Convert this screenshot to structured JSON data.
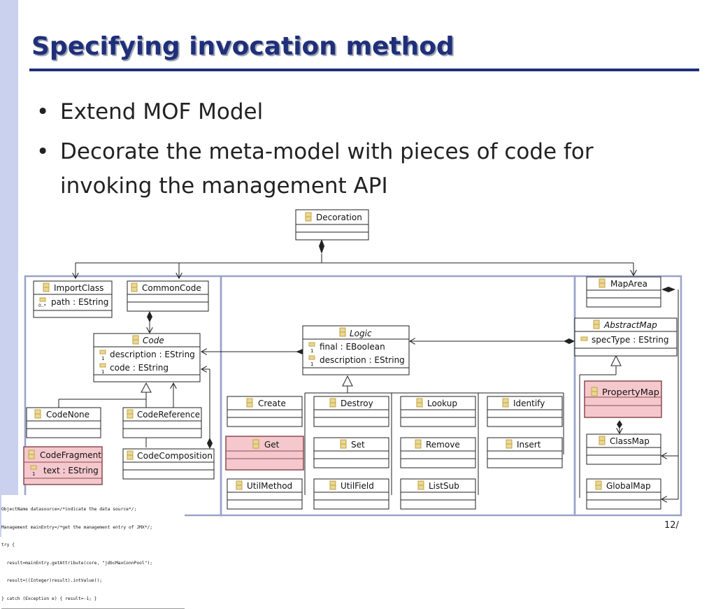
{
  "slide": {
    "title": "Specifying invocation method",
    "bullets": [
      [
        "Extend MOF Model"
      ],
      [
        "Decorate the meta-model with pieces of code for",
        "invoking the management API"
      ]
    ],
    "page_number": "12/"
  },
  "diagram": {
    "classes": {
      "decoration": {
        "title": "Decoration",
        "attrs": []
      },
      "import_class": {
        "title": "ImportClass",
        "attrs": [
          {
            "icon": "many",
            "text": "path : EString"
          }
        ]
      },
      "common_code": {
        "title": "CommonCode",
        "attrs": []
      },
      "code": {
        "title": "Code",
        "italic": true,
        "attrs": [
          {
            "icon": "one",
            "text": "description : EString"
          },
          {
            "icon": "one",
            "text": "code : EString"
          }
        ]
      },
      "code_none": {
        "title": "CodeNone",
        "attrs": []
      },
      "code_reference": {
        "title": "CodeReference",
        "attrs": []
      },
      "code_fragment": {
        "title": "CodeFragment",
        "highlight": true,
        "attrs": [
          {
            "icon": "one",
            "text": "text : EString"
          }
        ]
      },
      "code_composition": {
        "title": "CodeComposition",
        "attrs": []
      },
      "logic": {
        "title": "Logic",
        "italic": true,
        "attrs": [
          {
            "icon": "one",
            "text": "final : EBoolean"
          },
          {
            "icon": "one",
            "text": "description : EString"
          }
        ]
      },
      "create": {
        "title": "Create",
        "attrs": []
      },
      "destroy": {
        "title": "Destroy",
        "attrs": []
      },
      "lookup": {
        "title": "Lookup",
        "attrs": []
      },
      "identify": {
        "title": "Identify",
        "attrs": []
      },
      "get": {
        "title": "Get",
        "highlight": true,
        "attrs": []
      },
      "set": {
        "title": "Set",
        "attrs": []
      },
      "remove": {
        "title": "Remove",
        "attrs": []
      },
      "insert": {
        "title": "Insert",
        "attrs": []
      },
      "util_method": {
        "title": "UtilMethod",
        "attrs": []
      },
      "util_field": {
        "title": "UtilField",
        "attrs": []
      },
      "list_sub": {
        "title": "ListSub",
        "attrs": []
      },
      "map_area": {
        "title": "MapArea",
        "attrs": []
      },
      "abstract_map": {
        "title": "AbstractMap",
        "italic": true,
        "attrs": [
          {
            "icon": "dash",
            "text": "specType : EString"
          }
        ]
      },
      "property_map": {
        "title": "PropertyMap",
        "highlight": true,
        "attrs": []
      },
      "class_map": {
        "title": "ClassMap",
        "attrs": []
      },
      "global_map": {
        "title": "GlobalMap",
        "attrs": []
      }
    }
  },
  "code_snippet": [
    "ObjectName datasource=/*indicate the data source*/;",
    "Management mainEntry=/*get the management entry of JMX*/;",
    "try {",
    "  result=mainEntry.getAttribute(core, \"jdbcMaxConnPool\");",
    "  result=((Integer)result).intValue();",
    "} catch (Exception e) { result=-1; }"
  ],
  "colors": {
    "title": "#1f2f7a",
    "strip": "#c9d1ee",
    "highlight_fill": "#f4c8cc",
    "highlight_border": "#8a4b50",
    "class_icon": "#c8a23a",
    "panel_border": "#9aa3c8"
  }
}
